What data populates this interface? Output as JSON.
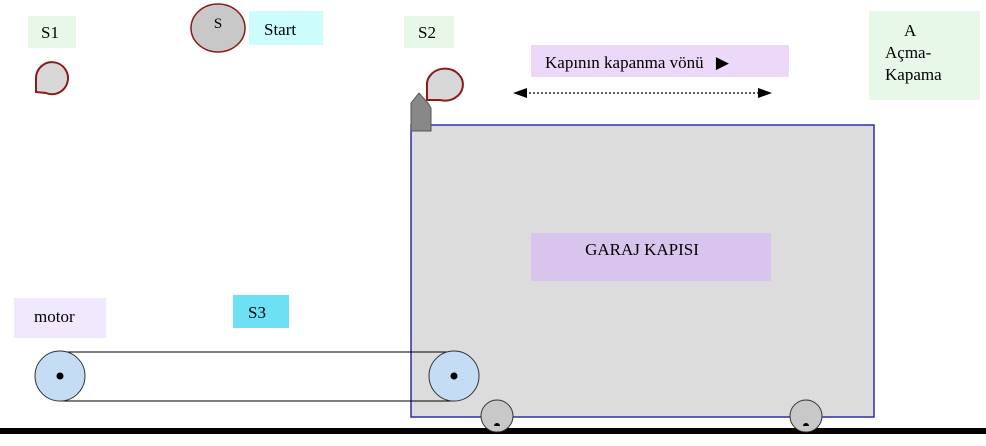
{
  "labels": {
    "s1": "S1",
    "start_button": "S",
    "start": "Start",
    "s2": "S2",
    "direction": "Kapının kapanma vönü",
    "direction_arrow": "▶",
    "mode_line1": "A",
    "mode_line2": "Açma-",
    "mode_line3": "Kapama",
    "door": "GARAJ KAPISI",
    "motor": "motor",
    "s3": "S3"
  },
  "colors": {
    "label_green": "#e8f8e8",
    "label_cyan": "#ccfcfc",
    "label_lavender": "#ecd8f8",
    "label_lilac": "#f0e8fc",
    "label_blue": "#6ee0f4",
    "door_fill": "#dcdcdc",
    "door_border": "#2e2ea8",
    "door_label": "#d8c4ec",
    "sensor_fill": "#d8d8d8",
    "sensor_border": "#8b1a1a",
    "pulley_fill": "#c4dcf4",
    "floor": "#000000"
  }
}
